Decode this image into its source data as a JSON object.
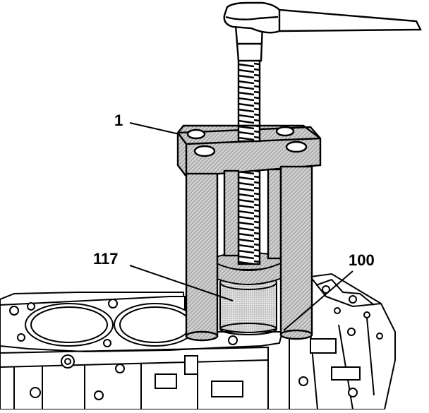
{
  "diagram": {
    "callouts": [
      {
        "id": "tool",
        "label": "1"
      },
      {
        "id": "component",
        "label": "117"
      },
      {
        "id": "location",
        "label": "100"
      }
    ]
  },
  "colors": {
    "line": "#000000",
    "hatch_fill": "#bdbdbd",
    "background": "#ffffff",
    "panel_fill": "#ececec"
  }
}
